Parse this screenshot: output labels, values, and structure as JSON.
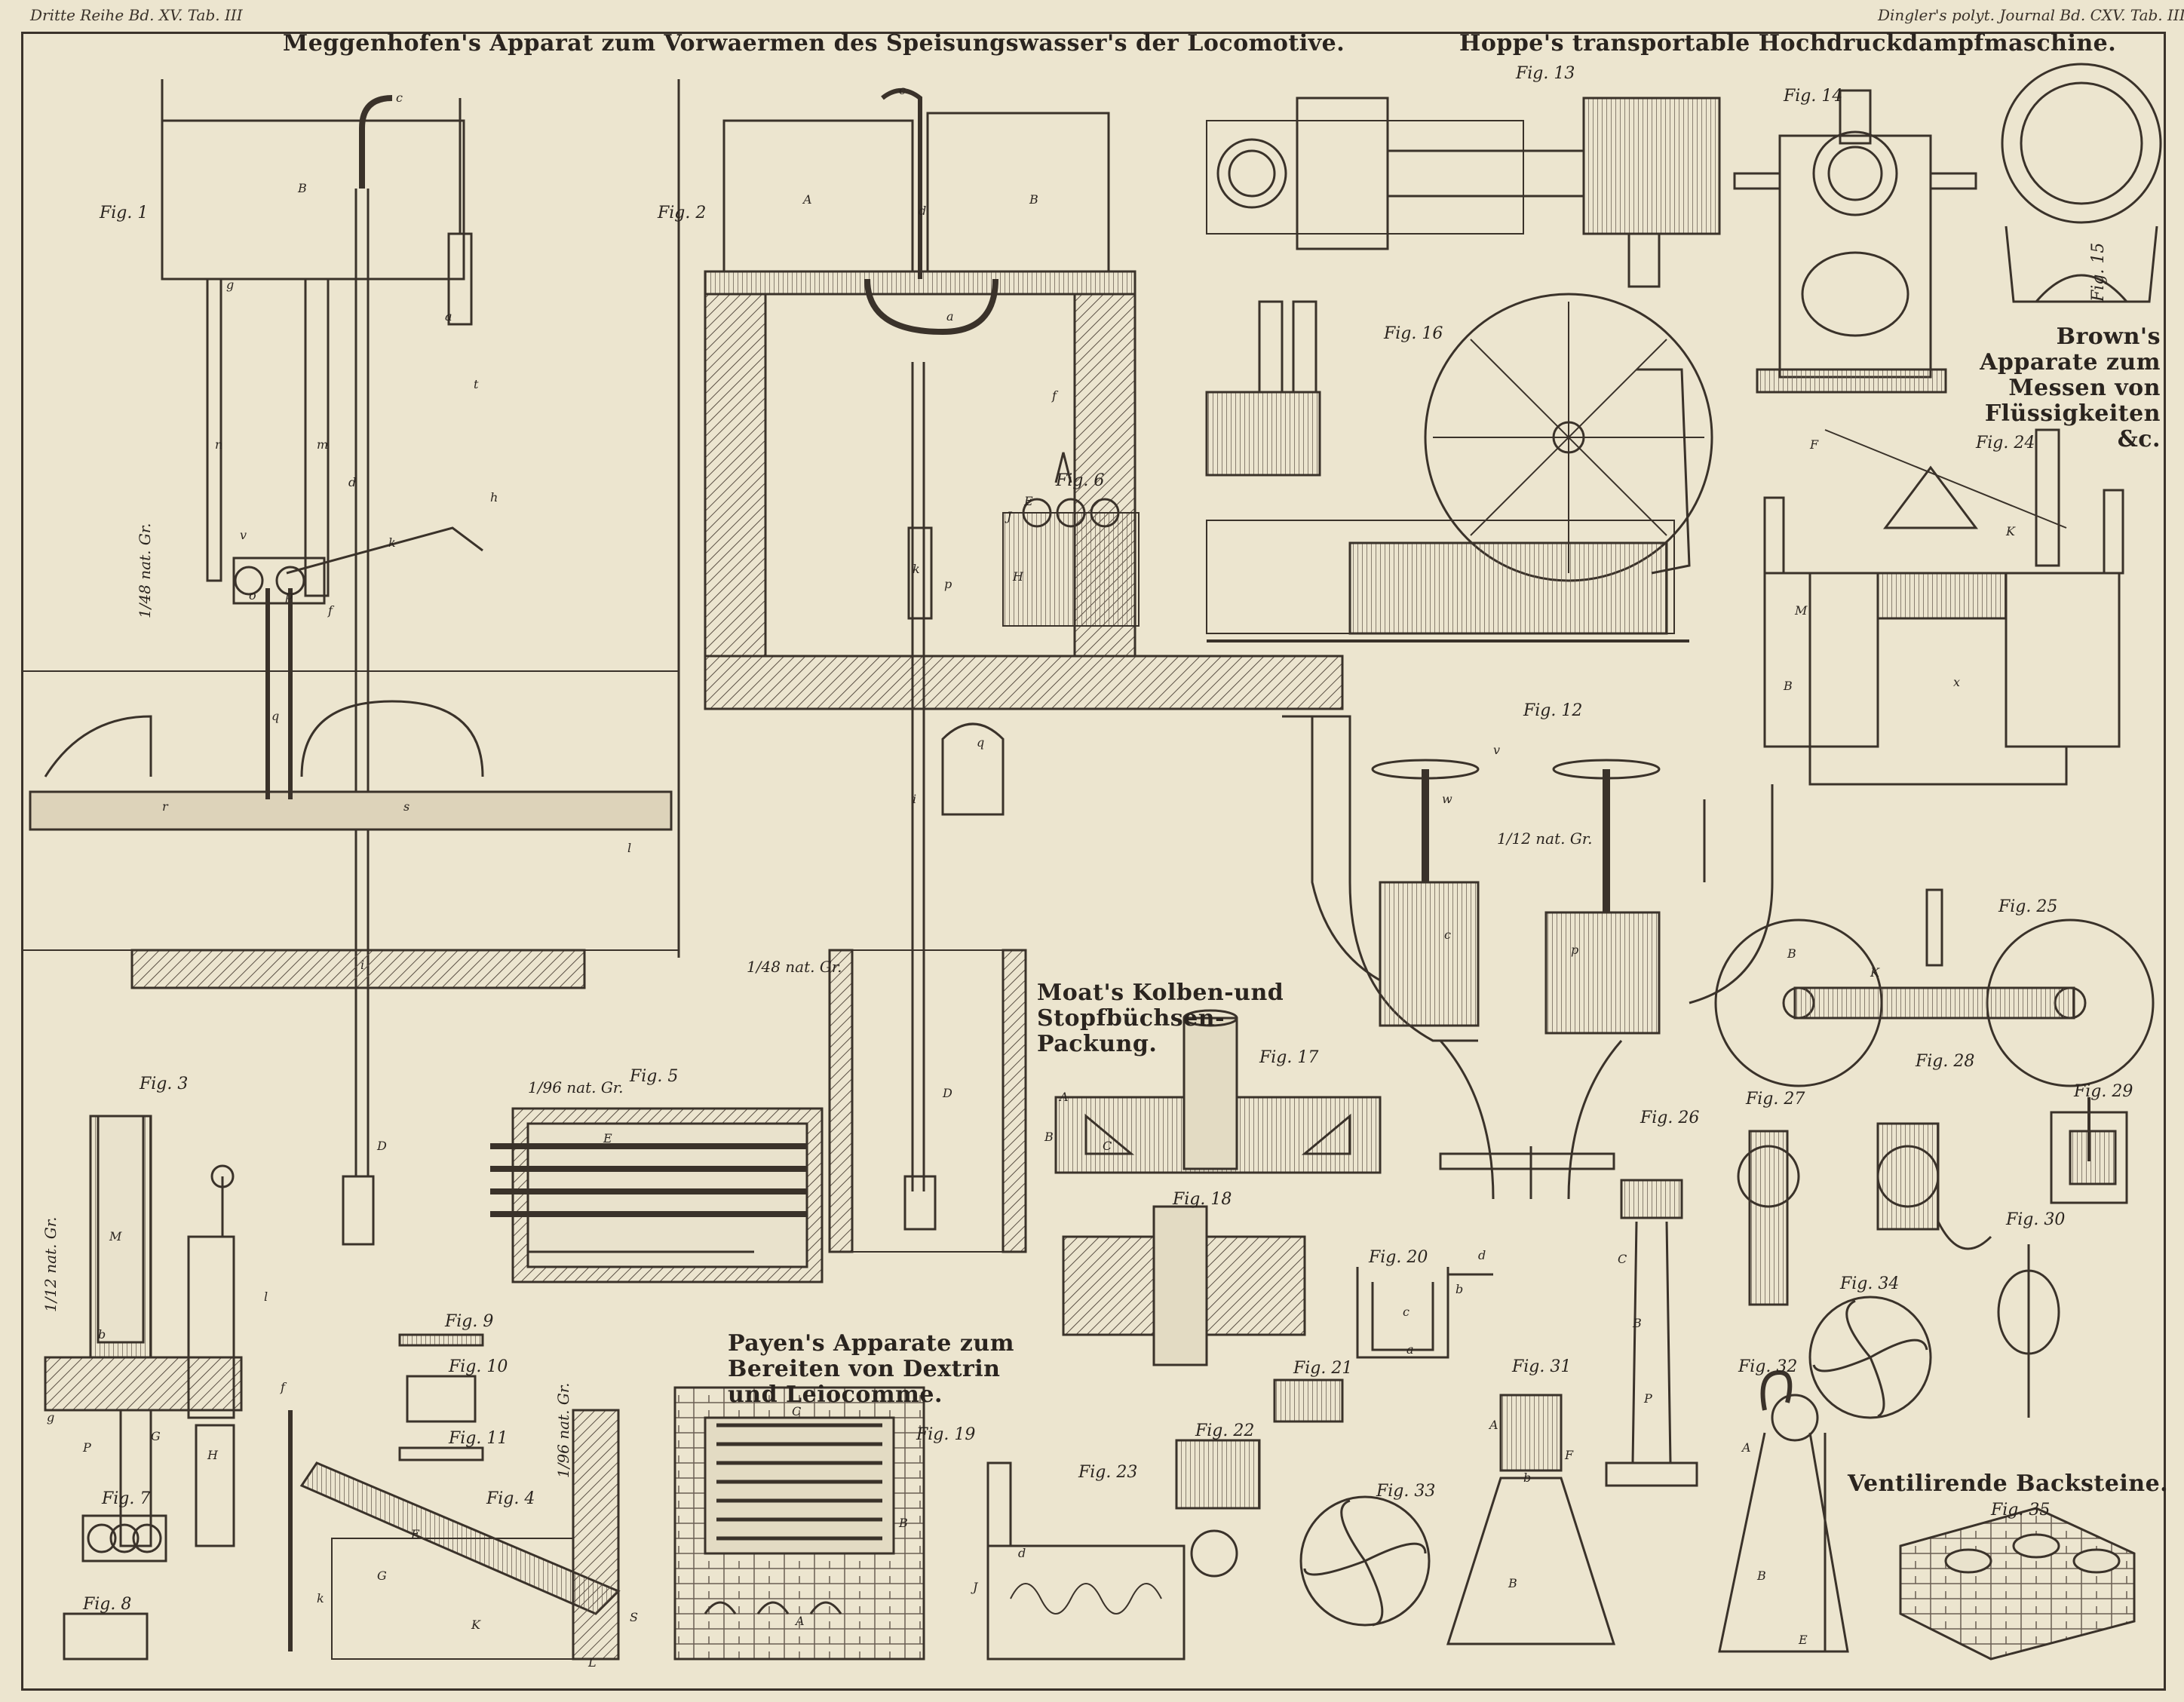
{
  "header": {
    "left": "Dritte Reihe Bd. XV. Tab. III",
    "right": "Dingler's polyt. Journal Bd. CXV. Tab. III."
  },
  "titles": {
    "meggenhofen": "Meggenhofen's Apparat zum Vorwaermen des Speisungswasser's der Locomotive.",
    "hoppe": "Hoppe's transportable Hochdruckdampfmaschine.",
    "brown": "Brown's Apparate zum Messen von Flüssigkeiten &c.",
    "moat": "Moat's Kolben-und Stopfbüchsen-Packung.",
    "payen": "Payen's Apparate zum Bereiten von Dextrin und Leiocomme.",
    "ventilirende": "Ventilirende Backsteine."
  },
  "figures": {
    "fig1": "Fig. 1",
    "fig2": "Fig. 2",
    "fig3": "Fig. 3",
    "fig4": "Fig. 4",
    "fig5": "Fig. 5",
    "fig6": "Fig. 6",
    "fig7": "Fig. 7",
    "fig8": "Fig. 8",
    "fig9": "Fig. 9",
    "fig10": "Fig. 10",
    "fig11": "Fig. 11",
    "fig12": "Fig. 12",
    "fig13": "Fig. 13",
    "fig14": "Fig. 14",
    "fig15": "Fig. 15",
    "fig16": "Fig. 16",
    "fig17": "Fig. 17",
    "fig18": "Fig. 18",
    "fig19": "Fig. 19",
    "fig20": "Fig. 20",
    "fig21": "Fig. 21",
    "fig22": "Fig. 22",
    "fig23": "Fig. 23",
    "fig24": "Fig. 24",
    "fig25": "Fig. 25",
    "fig26": "Fig. 26",
    "fig27": "Fig. 27",
    "fig28": "Fig. 28",
    "fig29": "Fig. 29",
    "fig30": "Fig. 30",
    "fig31": "Fig. 31",
    "fig32": "Fig. 32",
    "fig33": "Fig. 33",
    "fig34": "Fig. 34",
    "fig35": "Fig. 35"
  },
  "scales": {
    "fig1": "1/48 nat. Gr.",
    "fig2": "1/48 nat. Gr.",
    "fig3": "1/12 nat. Gr.",
    "fig4": "1/96 nat. Gr.",
    "fig5": "1/96 nat. Gr.",
    "fig12": "1/12 nat. Gr."
  },
  "letters": {
    "fig1": [
      "B",
      "g",
      "n",
      "m",
      "d",
      "c",
      "a",
      "k",
      "h",
      "i",
      "o",
      "p",
      "r",
      "s",
      "l",
      "D",
      "t",
      "f",
      "q",
      "v"
    ],
    "fig2": [
      "A",
      "B",
      "c",
      "d",
      "a",
      "f",
      "k",
      "p",
      "i",
      "q",
      "D"
    ],
    "fig6": [
      "E",
      "H",
      "J"
    ],
    "fig3": [
      "M",
      "G",
      "H",
      "P",
      "b",
      "l",
      "g"
    ],
    "fig4": [
      "K",
      "E",
      "L",
      "G",
      "k",
      "f",
      "S"
    ],
    "fig5": [
      "E"
    ],
    "fig12": [
      "c",
      "p",
      "v",
      "w"
    ],
    "fig17": [
      "A",
      "B",
      "C"
    ],
    "fig19": [
      "C",
      "B",
      "A"
    ],
    "fig20": [
      "c",
      "a",
      "b",
      "d"
    ],
    "fig23": [
      "d",
      "J"
    ],
    "fig24": [
      "M",
      "B",
      "K",
      "F",
      "x"
    ],
    "fig25": [
      "B",
      "K"
    ],
    "fig26": [
      "C",
      "B",
      "P"
    ],
    "fig31": [
      "A",
      "B",
      "F",
      "b"
    ],
    "fig32": [
      "A",
      "E",
      "B"
    ]
  }
}
